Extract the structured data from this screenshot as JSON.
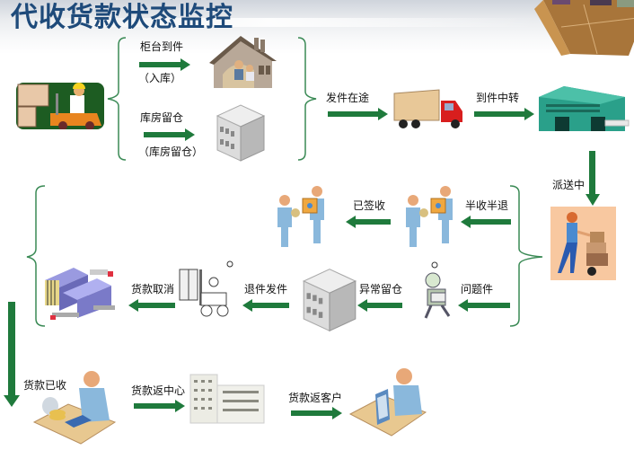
{
  "title": "代收货款状态监控",
  "colors": {
    "title": "#1e4a7a",
    "arrow": "#1f7a3c",
    "brace": "#3a8a55"
  },
  "nodes": {
    "forklift_worker": {
      "icon": "forklift-worker-icon"
    },
    "counter_house": {
      "icon": "house-office-icon"
    },
    "storage_building": {
      "icon": "storage-building-icon"
    },
    "truck": {
      "icon": "truck-icon"
    },
    "transfer_center": {
      "icon": "warehouse-icon"
    },
    "courier": {
      "icon": "courier-handcart-icon"
    },
    "partial_handover": {
      "icon": "handover-people-icon"
    },
    "signed_handover": {
      "icon": "handover-people-icon"
    },
    "problem_person": {
      "icon": "confused-person-icon"
    },
    "abnormal_storage": {
      "icon": "storage-building-icon"
    },
    "return_forklift": {
      "icon": "forklift-crate-icon"
    },
    "cancel_hub": {
      "icon": "distribution-hub-icon"
    },
    "cashier": {
      "icon": "cashier-desk-icon"
    },
    "hq_buildings": {
      "icon": "office-buildings-icon"
    },
    "customer_service": {
      "icon": "customer-service-icon"
    }
  },
  "steps": {
    "counter_arrival": "柜台到件",
    "counter_arrival_sub": "（入库）",
    "warehouse_hold": "库房留仓",
    "warehouse_hold_sub": "（库房留仓）",
    "in_transit": "发件在途",
    "arrival_transfer": "到件中转",
    "delivering": "派送中",
    "half_return": "半收半退",
    "signed": "已签收",
    "problem": "问题件",
    "abnormal_hold": "异常留仓",
    "return_ship": "退件发件",
    "payment_cancel": "货款取消",
    "payment_received": "货款已收",
    "payment_to_center": "货款返中心",
    "payment_to_customer": "货款返客户"
  }
}
